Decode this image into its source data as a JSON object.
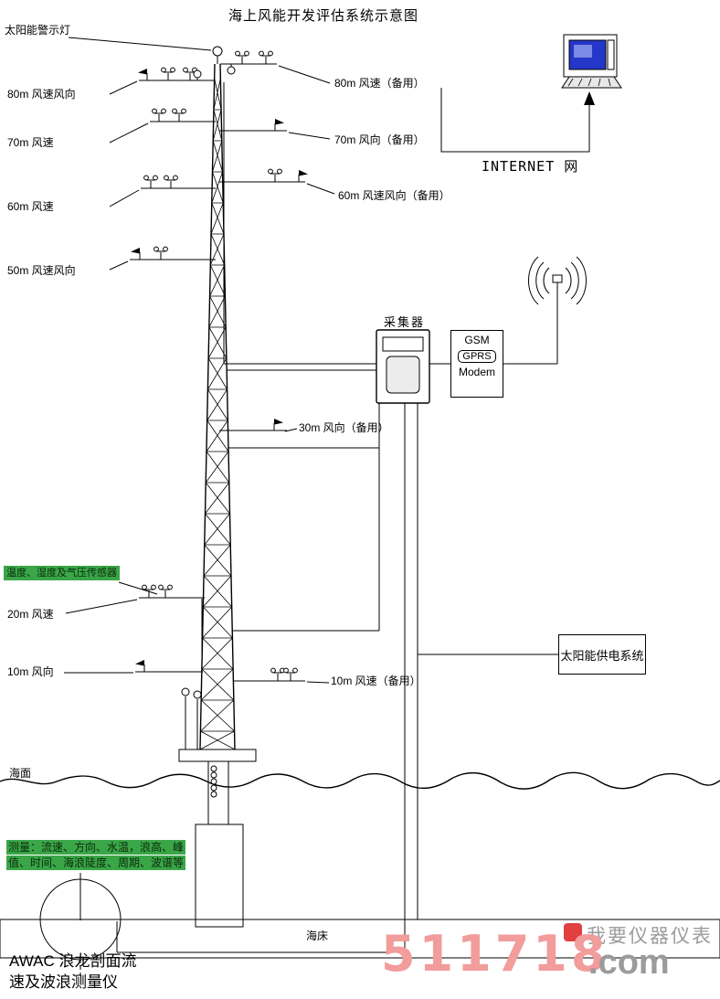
{
  "title": "海上风能开发评估系统示意图",
  "tower": {
    "solar_light_label": "太阳能警示灯",
    "sensors_left": [
      {
        "label": "80m 风速风向"
      },
      {
        "label": "70m 风速"
      },
      {
        "label": "60m 风速"
      },
      {
        "label": "50m 风速风向"
      },
      {
        "label": "20m 风速"
      },
      {
        "label": "10m 风向"
      }
    ],
    "temp_sensor_label": "温度、湿度及气压传感器",
    "sensors_right": [
      {
        "label": "80m 风速（备用）"
      },
      {
        "label": "70m 风向（备用）"
      },
      {
        "label": "60m 风速风向（备用）"
      },
      {
        "label": "30m 风向（备用）"
      },
      {
        "label": "10m 风速（备用）"
      }
    ]
  },
  "network": {
    "internet_label": "INTERNET 网",
    "collector_label": "采集器",
    "modem": {
      "line1": "GSM",
      "line2": "GPRS",
      "line3": "Modem"
    },
    "solar_power_label": "太阳能供电系统"
  },
  "sea": {
    "surface_label": "海面",
    "seabed_label": "海床",
    "measurement_line1": "测量：流速、方向、水温，浪高、峰",
    "measurement_line2": "值、时间、海浪陡度、周期、波谱等",
    "awac_line1": "AWAC 浪龙剖面流",
    "awac_line2": "速及波浪测量仪"
  },
  "watermark": {
    "number": "511718",
    "domain": ".com",
    "slogan": "我要仪器仪表"
  },
  "colors": {
    "cable_red": "#cc3333",
    "highlight_green": "#3aa648",
    "watermark_pink": "#f29c9c",
    "watermark_gray": "#9b9b9b",
    "screen_blue": "#2437c8"
  }
}
